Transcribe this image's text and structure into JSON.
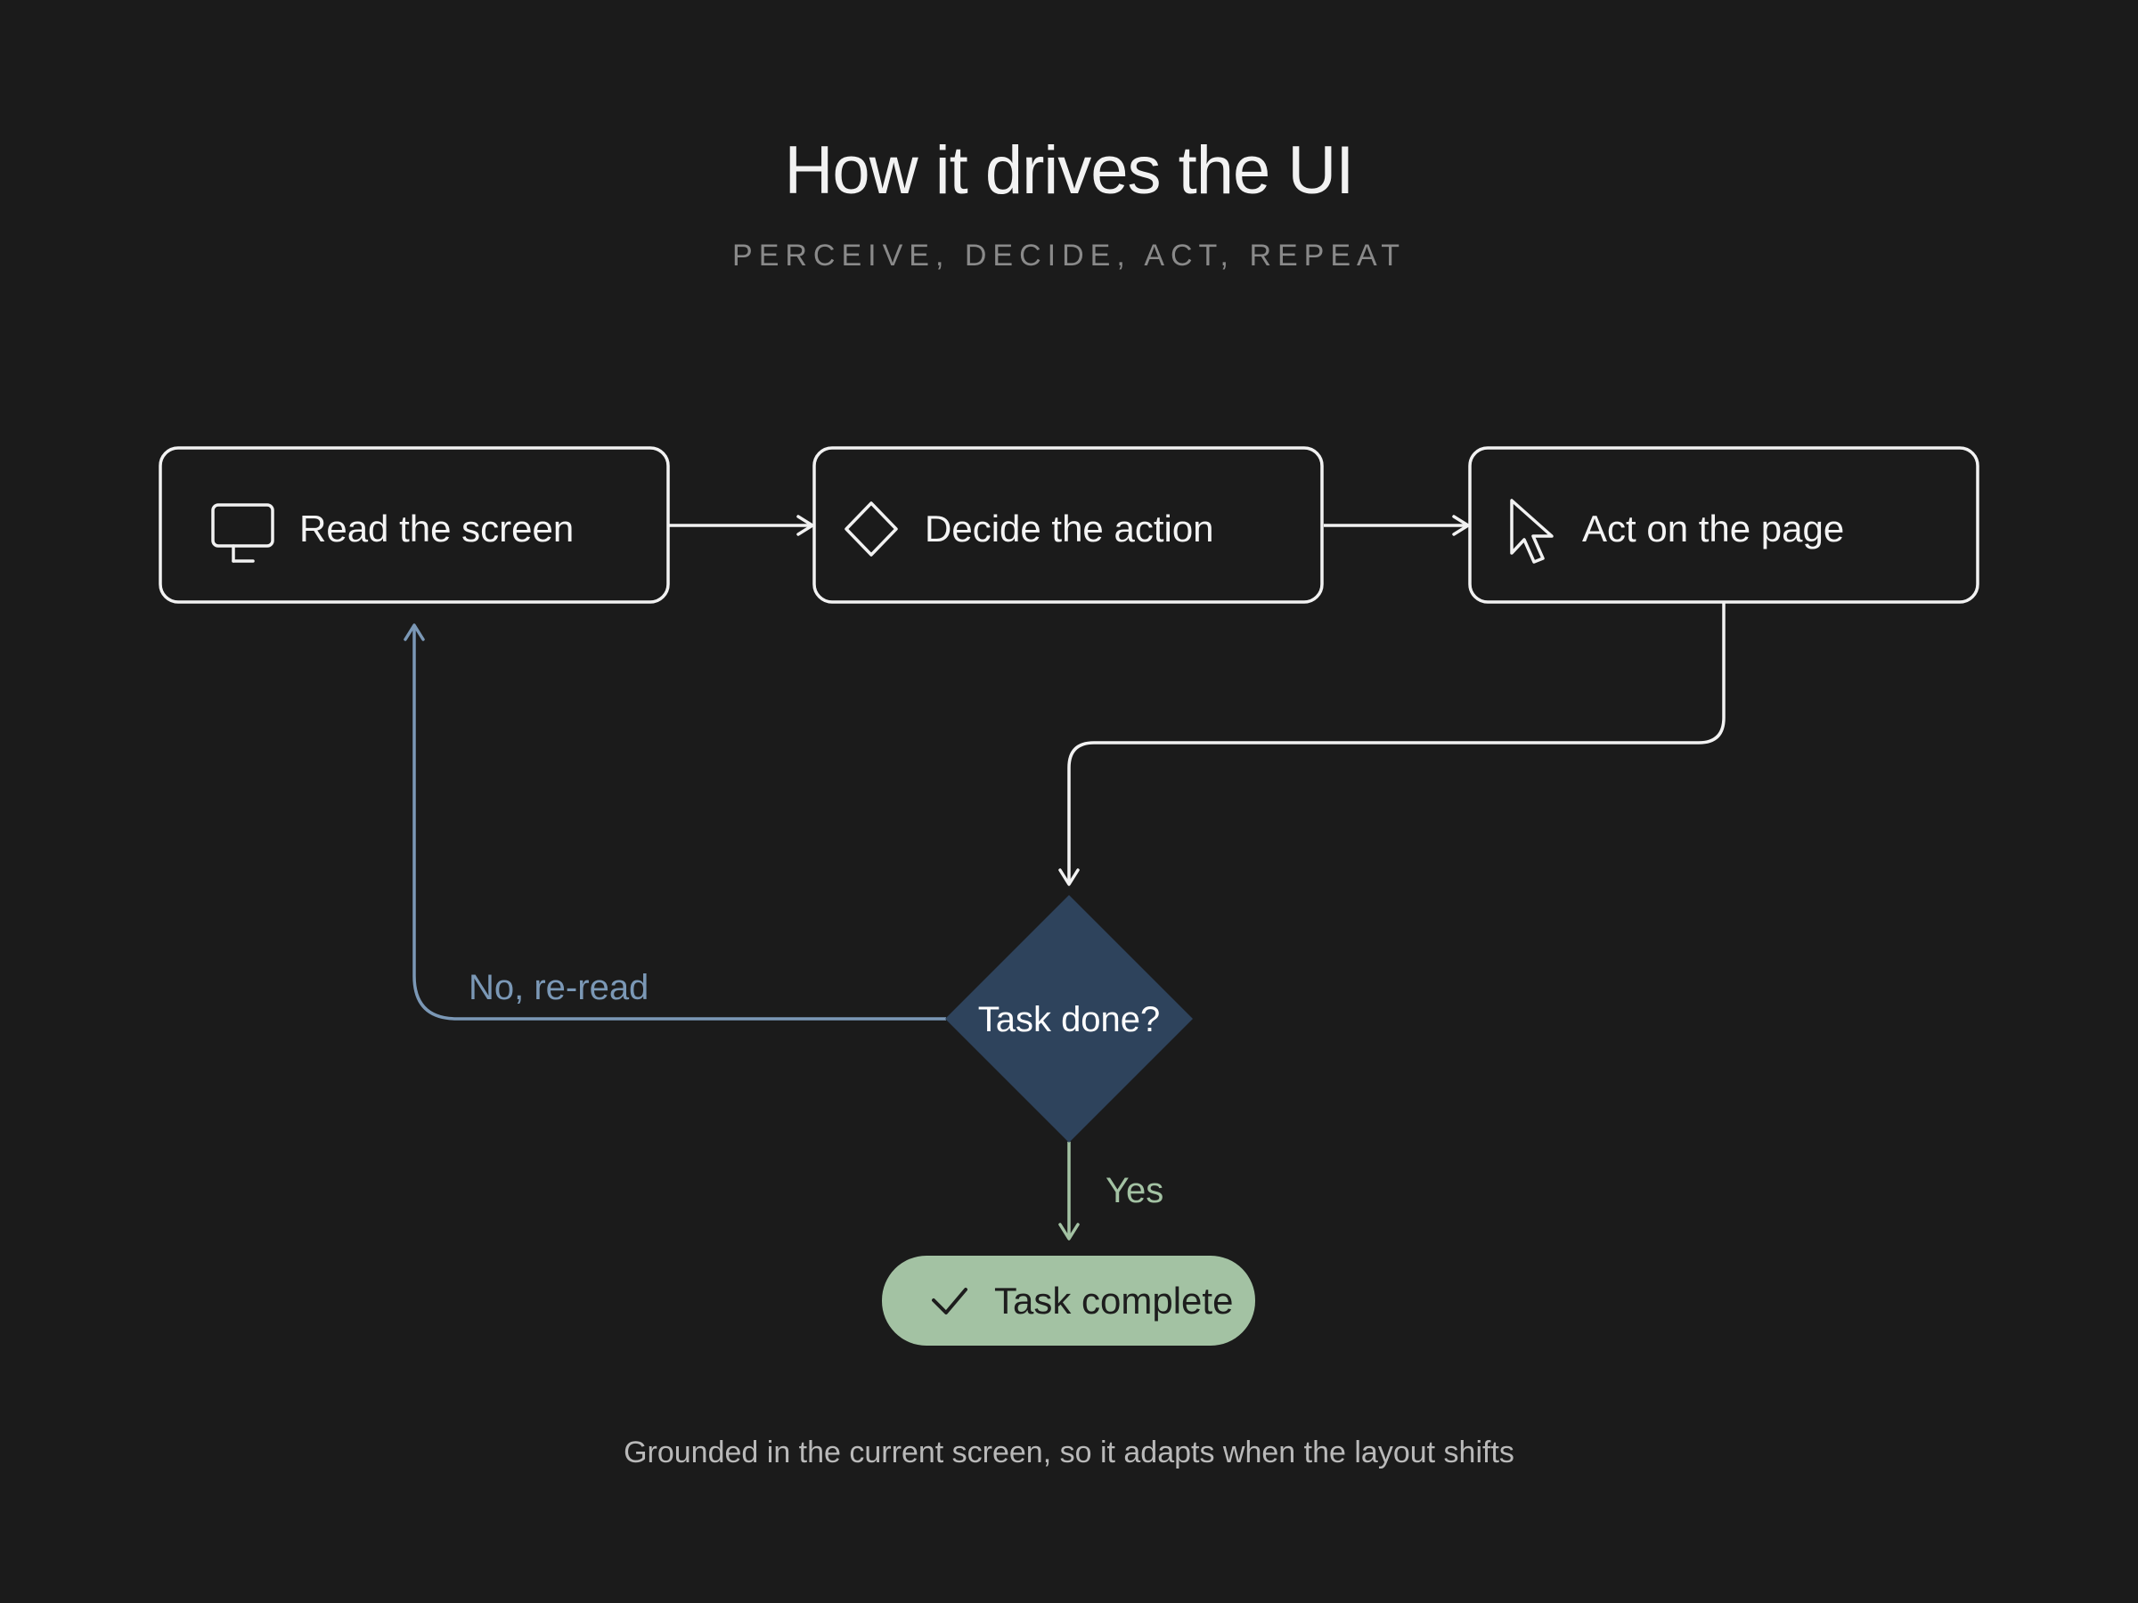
{
  "header": {
    "title": "How it drives the UI",
    "subtitle": "PERCEIVE, DECIDE, ACT, REPEAT"
  },
  "steps": [
    {
      "label": "Read the screen",
      "icon": "monitor-icon"
    },
    {
      "label": "Decide the action",
      "icon": "diamond-icon"
    },
    {
      "label": "Act on the page",
      "icon": "cursor-icon"
    }
  ],
  "decision": {
    "label": "Task done?"
  },
  "branches": {
    "no_label": "No, re-read",
    "yes_label": "Yes"
  },
  "end": {
    "label": "Task complete",
    "icon": "checkmark-icon"
  },
  "footnote": "Grounded in the current screen, so it adapts when the layout shifts",
  "colors": {
    "background": "#1b1b1b",
    "stroke": "#f2f2f2",
    "decision_fill": "#2e435c",
    "loop_arrow": "#7b98b6",
    "yes_arrow": "#a3c2a3",
    "end_fill": "#a3c2a3"
  }
}
